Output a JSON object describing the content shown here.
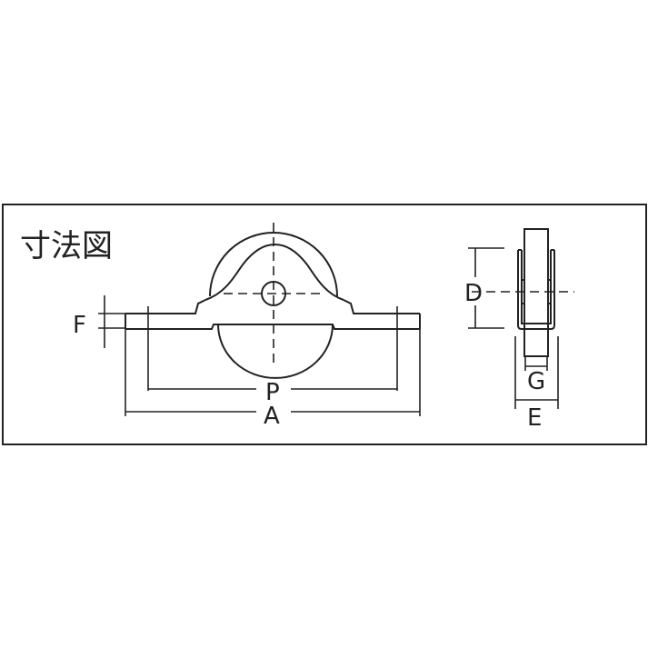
{
  "title": "寸法図",
  "labels": {
    "F": "F",
    "P": "P",
    "A": "A",
    "D": "D",
    "G": "G",
    "E": "E"
  },
  "colors": {
    "line": "#222222",
    "background": "#ffffff"
  }
}
